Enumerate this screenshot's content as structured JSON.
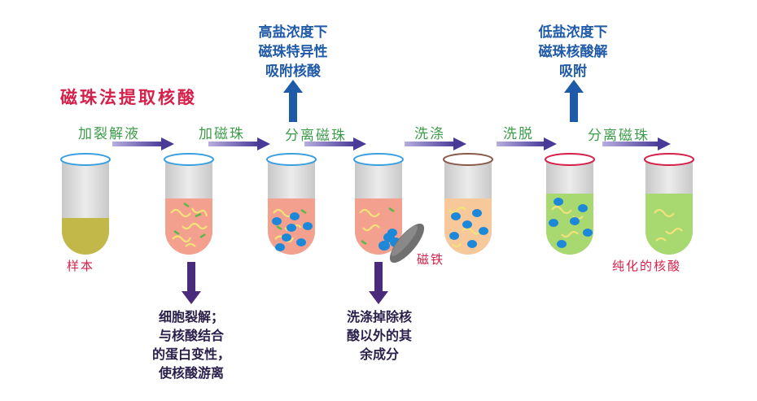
{
  "title": "磁珠法提取核酸",
  "steps": [
    {
      "label": "加裂解液"
    },
    {
      "label": "加磁珠"
    },
    {
      "label": "分离磁珠"
    },
    {
      "label": "洗涤"
    },
    {
      "label": "洗脱"
    },
    {
      "label": "分离磁珠"
    }
  ],
  "notes_top": [
    {
      "lines": [
        "高盐浓度下",
        "磁珠特异性",
        "吸附核酸"
      ]
    },
    {
      "lines": [
        "低盐浓度下",
        "磁珠核酸解",
        "吸附"
      ]
    }
  ],
  "notes_bottom": [
    {
      "lines": [
        "细胞裂解；",
        "与核酸结合",
        "的蛋白变性，",
        "使核酸游离"
      ]
    },
    {
      "lines": [
        "洗涤掉除核",
        "酸以外的其",
        "余成分"
      ]
    }
  ],
  "tube_labels": {
    "sample": "样本",
    "magnet": "磁铁",
    "pure": "纯化的核酸"
  },
  "colors": {
    "title": "#d6204a",
    "step_text": "#3d9c4a",
    "step_arrow": "#6a5aa8",
    "up_arrow": "#1f5aa8",
    "down_arrow": "#4a2a7a",
    "bead": "#1e88d8",
    "sample_liquid": "#c2b84a",
    "lysate_liquid": "#f3a08e",
    "wash_liquid": "#f7c89a",
    "elution_liquid": "#a8d870",
    "magnet": "#707070"
  },
  "icons": [
    "tube",
    "magnetic-bead",
    "nucleic-acid-strand",
    "protein-fragment",
    "magnet"
  ]
}
